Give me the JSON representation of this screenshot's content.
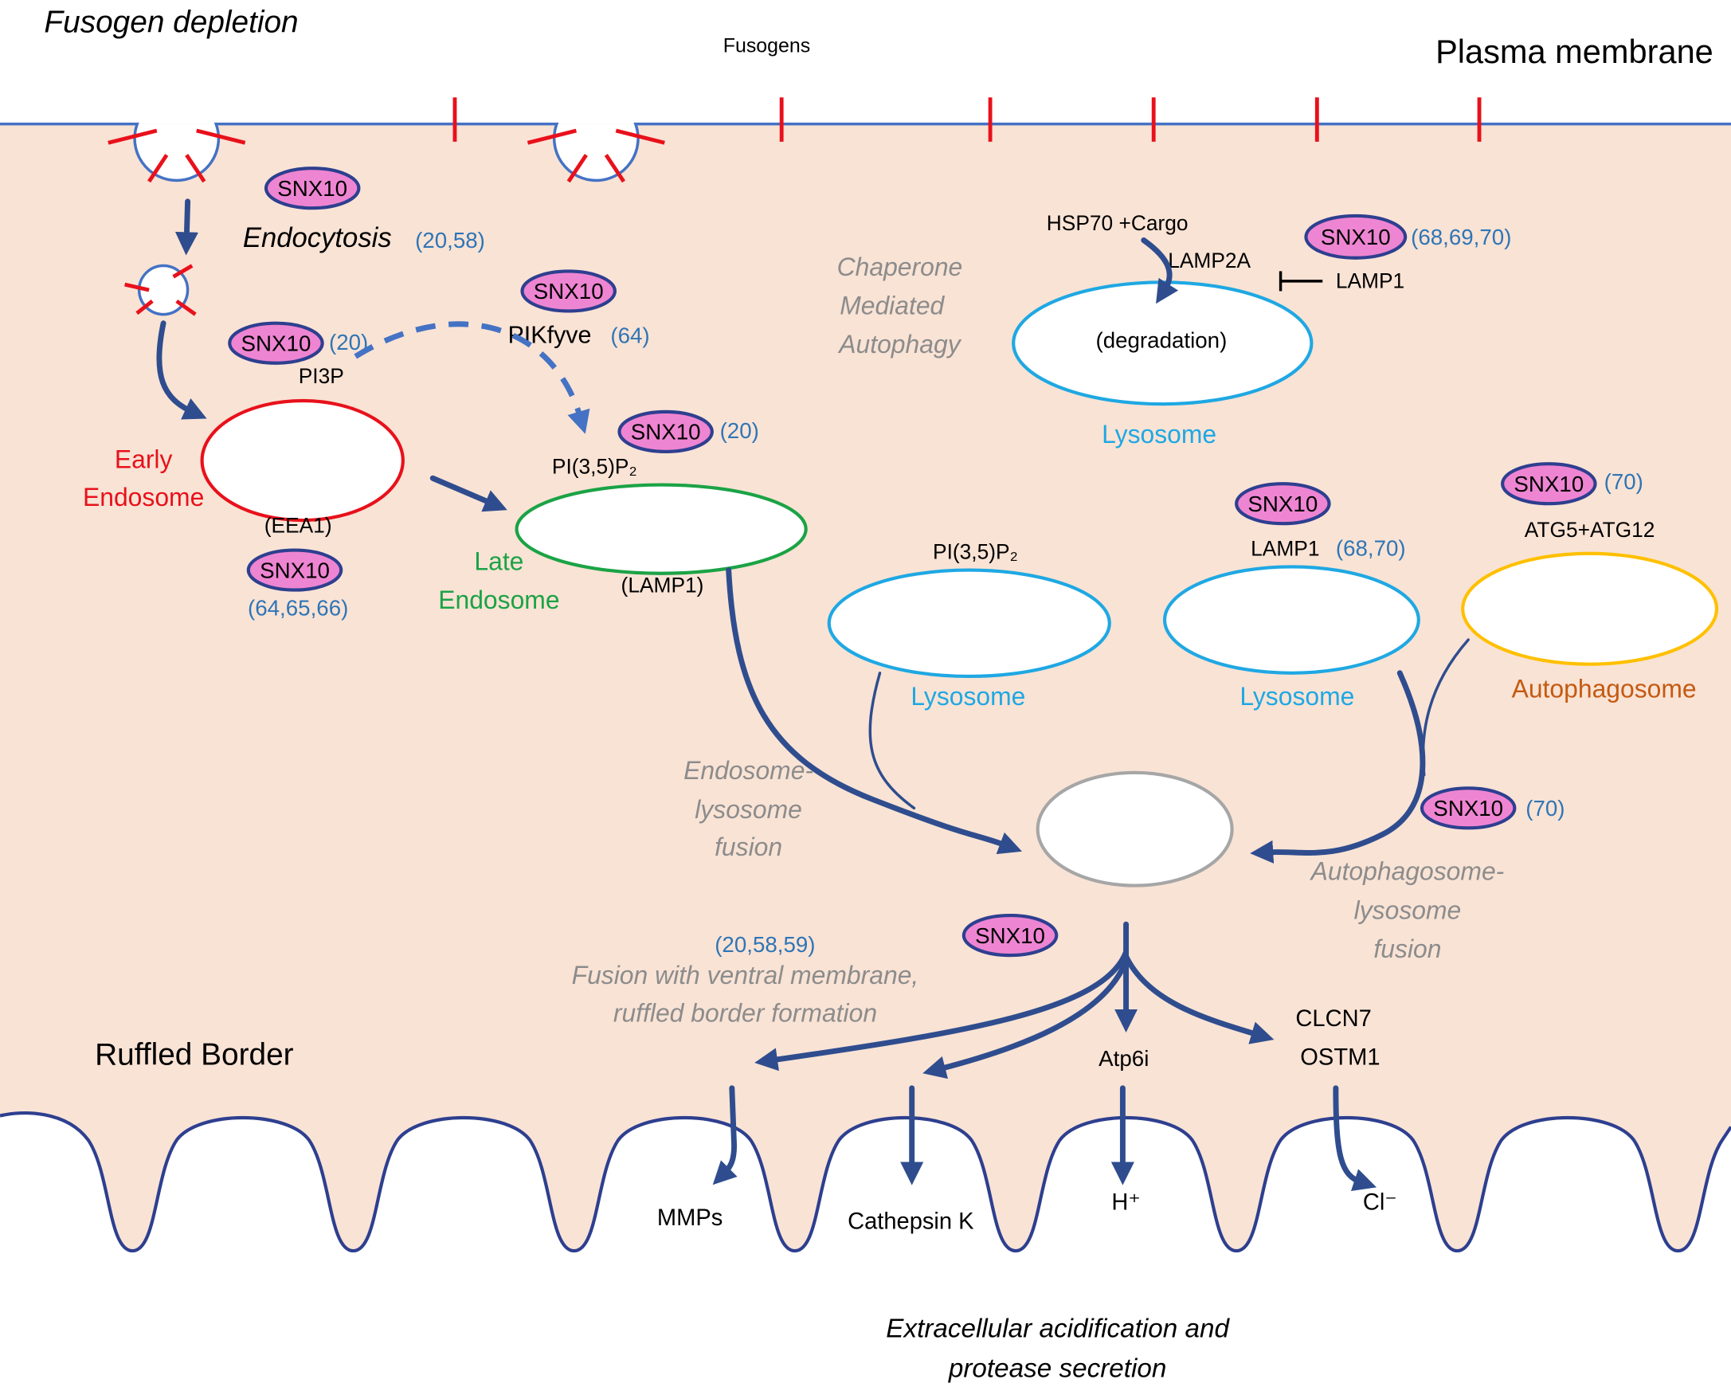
{
  "header": {
    "title": "Fusogen depletion",
    "fusogens": "Fusogens",
    "plasma_membrane": "Plasma membrane"
  },
  "snx10": {
    "label": "SNX10"
  },
  "endocytosis": {
    "label": "Endocytosis",
    "ref": "(20,58)"
  },
  "pikfyve": {
    "label": "PIKfyve",
    "ref": "(64)"
  },
  "early_endosome": {
    "name": [
      "Early",
      "Endosome"
    ],
    "lipid": "PI3P",
    "lipid_ref": "(20)",
    "marker": "(EEA1)",
    "marker_ref": "(64,65,66)"
  },
  "late_endosome": {
    "name": [
      "Late",
      "Endosome"
    ],
    "lipid": "PI(3,5)P₂",
    "lipid_ref": "(20)",
    "marker": "(LAMP1)"
  },
  "cma": {
    "title": [
      "Chaperone",
      "Mediated",
      "Autophagy"
    ],
    "cargo": "HSP70 +Cargo",
    "receptor": "LAMP2A",
    "inhibitor": "LAMP1",
    "inhibitor_ref": "(68,69,70)",
    "content": "(degradation)",
    "organelle": "Lysosome"
  },
  "lysosome_a": {
    "lipid": "PI(3,5)P₂",
    "label": "Lysosome"
  },
  "lysosome_b": {
    "marker": "LAMP1",
    "ref": "(68,70)",
    "label": "Lysosome"
  },
  "autophagosome": {
    "marker": "ATG5+ATG12",
    "ref": "(70)",
    "label": "Autophagosome"
  },
  "endosome_lysosome_fusion": [
    "Endosome-",
    "lysosome",
    "fusion"
  ],
  "autophagosome_lysosome_fusion": {
    "lines": [
      "Autophagosome-",
      "lysosome",
      "fusion"
    ],
    "ref": "(70)"
  },
  "ruffled_border": {
    "label": "Ruffled Border",
    "ref": "(20,58,59)",
    "process": [
      "Fusion with ventral membrane,",
      "ruffled border formation"
    ]
  },
  "transport": {
    "proton_pump": "Atp6i",
    "chloride_channel": [
      "CLCN7",
      "OSTM1"
    ]
  },
  "secreted": {
    "mmps": "MMPs",
    "cathepsin_k": "Cathepsin K",
    "proton": "H⁺",
    "chloride": "Cl⁻"
  },
  "footer": [
    "Extracellular acidification and",
    "protease secretion"
  ],
  "colors": {
    "cytoplasm": "#F9E3D5",
    "membrane": "#4472C4",
    "fusogen": "#E8111B",
    "arrow": "#2F4D8E",
    "snx10_fill": "#EE85D2",
    "snx10_outline": "#2E3F8F",
    "reference": "#2E75B6",
    "early_endosome": "#E8111B",
    "late_endosome": "#1BA345",
    "lysosome": "#1FA8E3",
    "autophagosome": "#FFC000",
    "autophagosome_label": "#C55A11",
    "fused_vesicle": "#A6A6A6",
    "process_text": "#8C8C8C"
  }
}
